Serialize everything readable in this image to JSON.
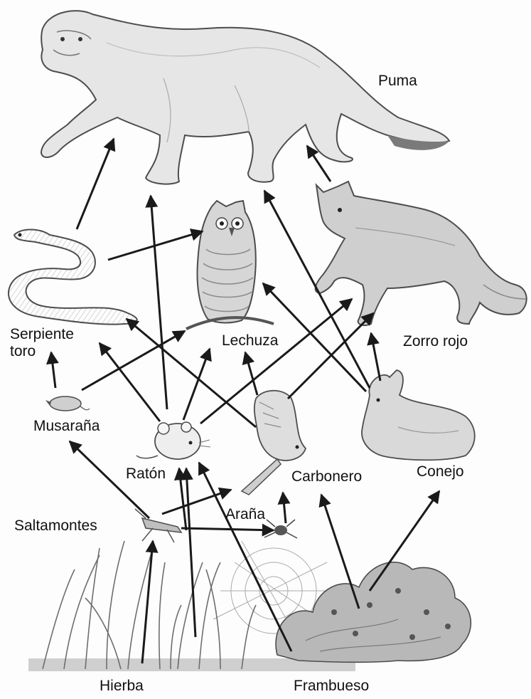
{
  "labels": {
    "puma": "Puma",
    "serpiente": "Serpiente toro",
    "lechuza": "Lechuza",
    "zorro": "Zorro rojo",
    "musarana": "Musaraña",
    "raton": "Ratón",
    "carbonero": "Carbonero",
    "conejo": "Conejo",
    "saltamontes": "Saltamontes",
    "arana": "Araña",
    "hierba": "Hierba",
    "frambueso": "Frambueso"
  },
  "colors": {
    "ink": "#111111",
    "arrow": "#1a1a1a",
    "fur": "#d9d9d9",
    "shade": "#9a9a9a",
    "grass": "#6e6e6e"
  },
  "icons": {
    "puma": "puma-illustration",
    "lechuza": "owl-illustration",
    "zorro": "fox-illustration",
    "serpiente": "snake-illustration",
    "musarana": "shrew-illustration",
    "raton": "mouse-illustration",
    "carbonero": "bird-illustration",
    "conejo": "rabbit-illustration",
    "saltamontes": "grasshopper-illustration",
    "arana": "spider-illustration",
    "hierba": "grass-illustration",
    "frambueso": "raspberry-bush-illustration"
  }
}
